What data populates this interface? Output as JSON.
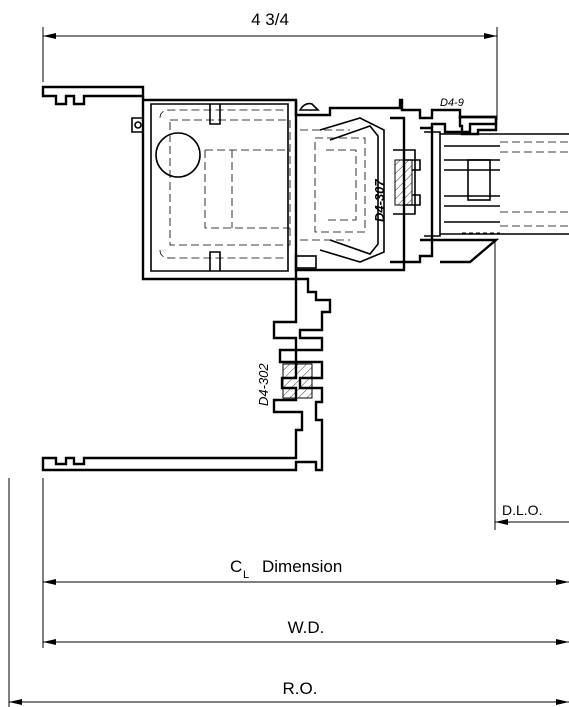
{
  "diagram": {
    "dimensions": {
      "top_width": "4 3/4",
      "dlo": "D.L.O.",
      "cl_main": "C",
      "cl_sub": "L",
      "cl_rest": "Dimension",
      "wd": "W.D.",
      "ro": "R.O."
    },
    "parts": {
      "glazing_bead": "D4-9",
      "thermal_break_upper": "D4-307",
      "thermal_break_lower": "D4-302"
    }
  }
}
